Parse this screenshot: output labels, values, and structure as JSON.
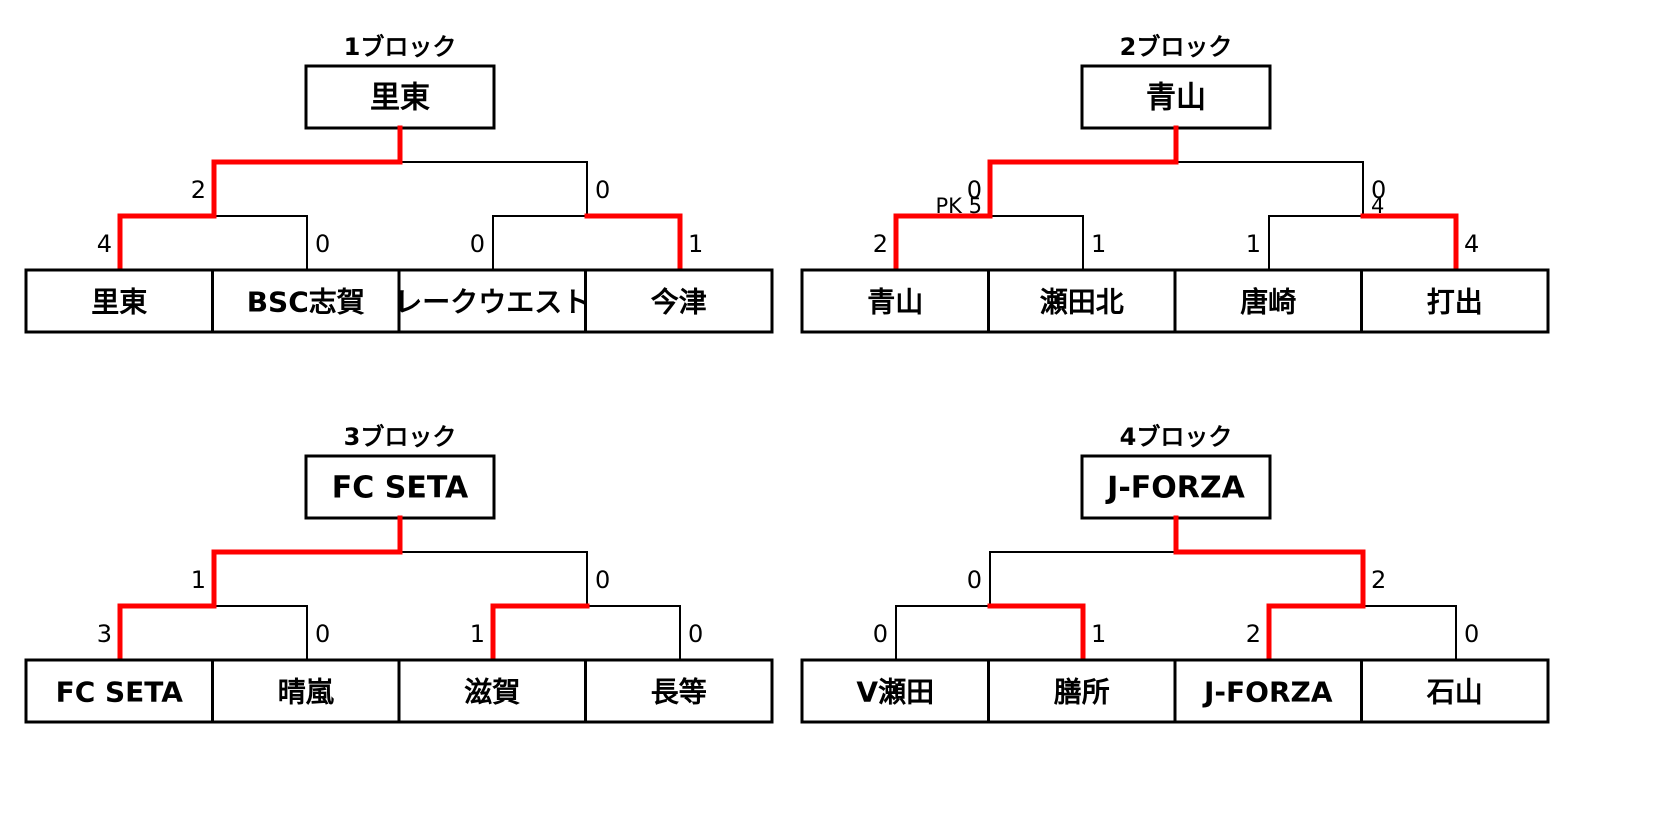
{
  "line_colors": {
    "win": "#ff0000",
    "normal": "#000000"
  },
  "blocks": [
    {
      "title": "1ブロック",
      "winner": "里東",
      "teams": [
        "里東",
        "BSC志賀",
        "レークウエスト",
        "今津"
      ],
      "semi_scores": [
        "4",
        "0",
        "0",
        "1"
      ],
      "final_scores": [
        "2",
        "0"
      ],
      "pk": [
        "",
        ""
      ],
      "semi_winners": [
        0,
        3
      ],
      "final_winner": 0
    },
    {
      "title": "2ブロック",
      "winner": "青山",
      "teams": [
        "青山",
        "瀬田北",
        "唐崎",
        "打出"
      ],
      "semi_scores": [
        "2",
        "1",
        "1",
        "4"
      ],
      "final_scores": [
        "0",
        "0"
      ],
      "pk": [
        "PK 5",
        "4"
      ],
      "semi_winners": [
        0,
        3
      ],
      "final_winner": 0
    },
    {
      "title": "3ブロック",
      "winner": "FC SETA",
      "teams": [
        "FC SETA",
        "晴嵐",
        "滋賀",
        "長等"
      ],
      "semi_scores": [
        "3",
        "0",
        "1",
        "0"
      ],
      "final_scores": [
        "1",
        "0"
      ],
      "pk": [
        "",
        ""
      ],
      "semi_winners": [
        0,
        2
      ],
      "final_winner": 0
    },
    {
      "title": "4ブロック",
      "winner": "J-FORZA",
      "teams": [
        "V瀬田",
        "膳所",
        "J-FORZA",
        "石山"
      ],
      "semi_scores": [
        "0",
        "1",
        "2",
        "0"
      ],
      "final_scores": [
        "0",
        "2"
      ],
      "pk": [
        "",
        ""
      ],
      "semi_winners": [
        1,
        2
      ],
      "final_winner": 1
    }
  ]
}
